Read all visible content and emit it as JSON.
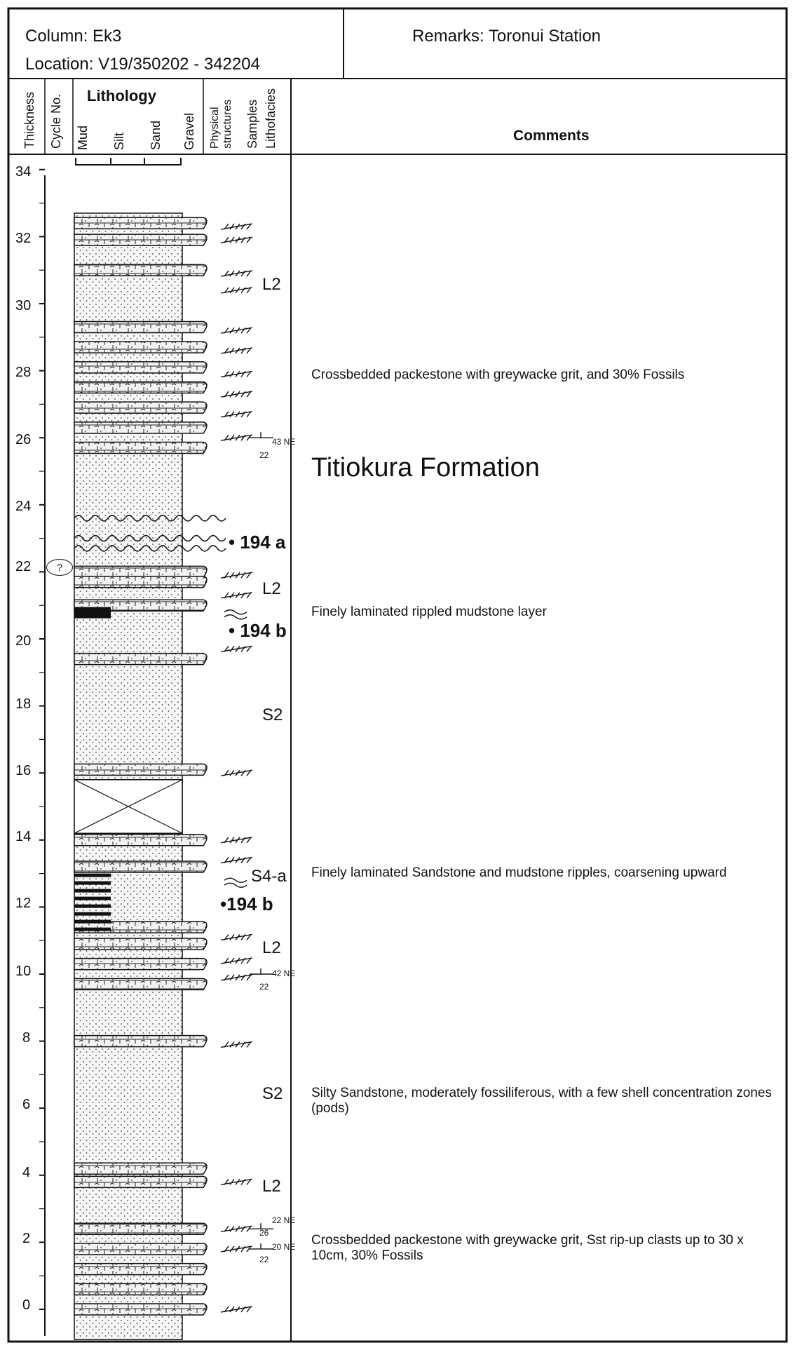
{
  "header": {
    "column": "Column: Ek3",
    "location": "Location: V19/350202 - 342204",
    "remarks": "Remarks: Toronui Station"
  },
  "columns": {
    "thickness": "Thickness",
    "cycle": "Cycle No.",
    "lithology": "Lithology",
    "mud": "Mud",
    "silt": "Silt",
    "sand": "Sand",
    "gravel": "Gravel",
    "physical": "Physical structures",
    "samples": "Samples",
    "lithofacies": "Lithofacies",
    "comments": "Comments"
  },
  "thickness_scale": [
    "34",
    "32",
    "30",
    "28",
    "26",
    "24",
    "22",
    "20",
    "18",
    "16",
    "14",
    "12",
    "10",
    "8",
    "6",
    "4",
    "2",
    "0"
  ],
  "cycle_marker": "?",
  "facies_labels": [
    "L2",
    "L2",
    "S2",
    "S4-a",
    "L2",
    "S2",
    "L2"
  ],
  "samples": [
    "• 194 a",
    "• 194 b",
    "•194 b"
  ],
  "orientations": [
    {
      "strike": "43 NE",
      "dip": "22"
    },
    {
      "strike": "42 NE",
      "dip": "22"
    },
    {
      "strike": "22 NE",
      "dip": "26"
    },
    {
      "strike": "20 NE",
      "dip": "22"
    }
  ],
  "comments": [
    "Crossbedded packestone with greywacke grit, and 30% Fossils",
    "Finely laminated rippled mudstone layer",
    "Finely laminated Sandstone and mudstone ripples, coarsening upward",
    "Silty Sandstone, moderately fossiliferous, with a few  shell concentration zones (pods)",
    "Crossbedded packestone with greywacke grit, Sst rip-up clasts up to 30 x 10cm, 30% Fossils"
  ],
  "formation": "Titiokura Formation",
  "colors": {
    "ink": "#111111",
    "paper": "#ffffff",
    "sand_fill": "#f6f6f6"
  }
}
